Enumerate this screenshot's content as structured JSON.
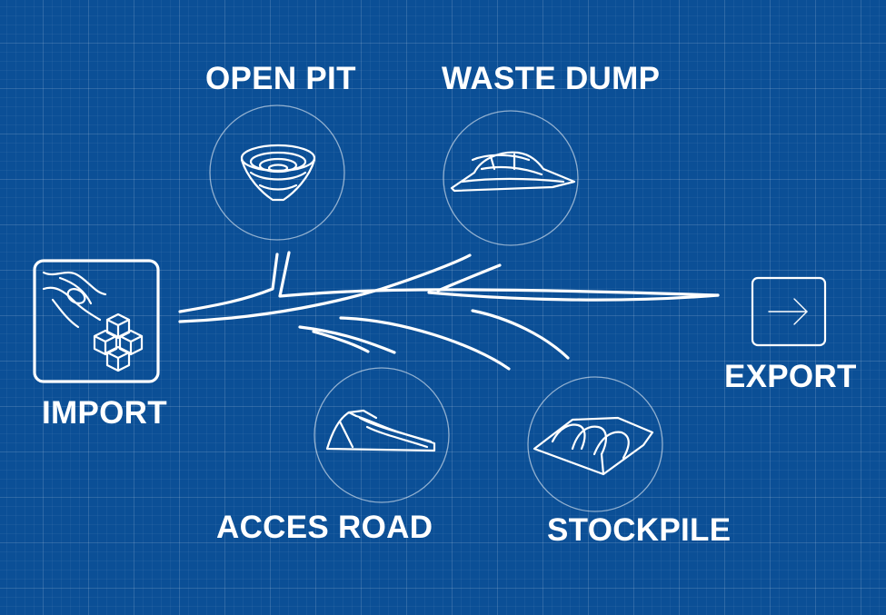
{
  "diagram": {
    "nodes": {
      "open_pit": {
        "label": "OPEN PIT",
        "icon": "open-pit-icon"
      },
      "waste_dump": {
        "label": "WASTE DUMP",
        "icon": "waste-dump-icon"
      },
      "import": {
        "label": "IMPORT",
        "icon": "import-icon"
      },
      "export": {
        "label": "EXPORT",
        "icon": "arrow-right-icon"
      },
      "acces_road": {
        "label": "ACCES ROAD",
        "icon": "road-icon"
      },
      "stockpile": {
        "label": "STOCKPILE",
        "icon": "stockpile-icon"
      }
    },
    "colors": {
      "background": "#0b4f96",
      "lines": "#ffffff"
    }
  }
}
